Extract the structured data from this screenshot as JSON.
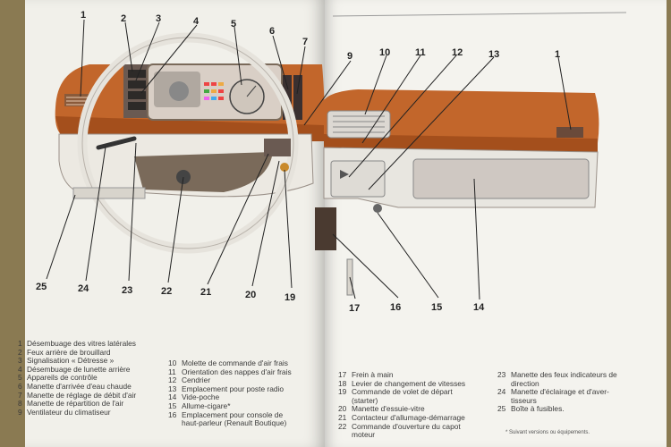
{
  "callouts": [
    "1",
    "2",
    "3",
    "4",
    "5",
    "6",
    "7",
    "9",
    "10",
    "11",
    "12",
    "13",
    "1",
    "25",
    "24",
    "23",
    "22",
    "21",
    "20",
    "19",
    "17",
    "16",
    "15",
    "14"
  ],
  "legend": [
    {
      "num": "1",
      "lines": [
        "Désembuage des vitres latérales"
      ]
    },
    {
      "num": "2",
      "lines": [
        "Feux arrière de brouillard"
      ]
    },
    {
      "num": "3",
      "lines": [
        "Signalisation « Détresse »"
      ]
    },
    {
      "num": "4",
      "lines": [
        "Désembuage de lunette arrière"
      ]
    },
    {
      "num": "5",
      "lines": [
        "Appareils de contrôle"
      ]
    },
    {
      "num": "6",
      "lines": [
        "Manette d'arrivée d'eau chaude"
      ]
    },
    {
      "num": "7",
      "lines": [
        "Manette de réglage de débit d'air"
      ]
    },
    {
      "num": "8",
      "lines": [
        "Manette de répartition de l'air"
      ]
    },
    {
      "num": "9",
      "lines": [
        "Ventilateur du climatiseur"
      ]
    },
    {
      "num": "10",
      "lines": [
        "Molette de commande d'air frais"
      ]
    },
    {
      "num": "11",
      "lines": [
        "Orientation des nappes d'air frais"
      ]
    },
    {
      "num": "12",
      "lines": [
        "Cendrier"
      ]
    },
    {
      "num": "13",
      "lines": [
        "Emplacement pour poste radio"
      ]
    },
    {
      "num": "14",
      "lines": [
        "Vide-poche"
      ]
    },
    {
      "num": "15",
      "lines": [
        "Allume-cigare*"
      ]
    },
    {
      "num": "16",
      "lines": [
        "Emplacement pour console de",
        "haut-parleur (Renault Boutique)"
      ]
    },
    {
      "num": "17",
      "lines": [
        "Frein à main"
      ]
    },
    {
      "num": "18",
      "lines": [
        "Levier de changement de vitesses"
      ]
    },
    {
      "num": "19",
      "lines": [
        "Commande de volet de départ",
        "(starter)"
      ]
    },
    {
      "num": "20",
      "lines": [
        "Manette d'essuie-vitre"
      ]
    },
    {
      "num": "21",
      "lines": [
        "Contacteur d'allumage-démarrage"
      ]
    },
    {
      "num": "22",
      "lines": [
        "Commande d'ouverture du capot",
        "moteur"
      ]
    },
    {
      "num": "23",
      "lines": [
        "Manette des feux indicateurs de",
        "direction"
      ]
    },
    {
      "num": "24",
      "lines": [
        "Manette d'éclairage et d'aver-",
        "tisseurs"
      ]
    },
    {
      "num": "25",
      "lines": [
        "Boîte à fusibles."
      ]
    }
  ],
  "footnote": "* Suivant versions ou équipements.",
  "colors": {
    "dash": "#c2662b",
    "dash_dark": "#a44f1c",
    "page": "#f1f0ea",
    "panel": "#7a6a5a"
  }
}
